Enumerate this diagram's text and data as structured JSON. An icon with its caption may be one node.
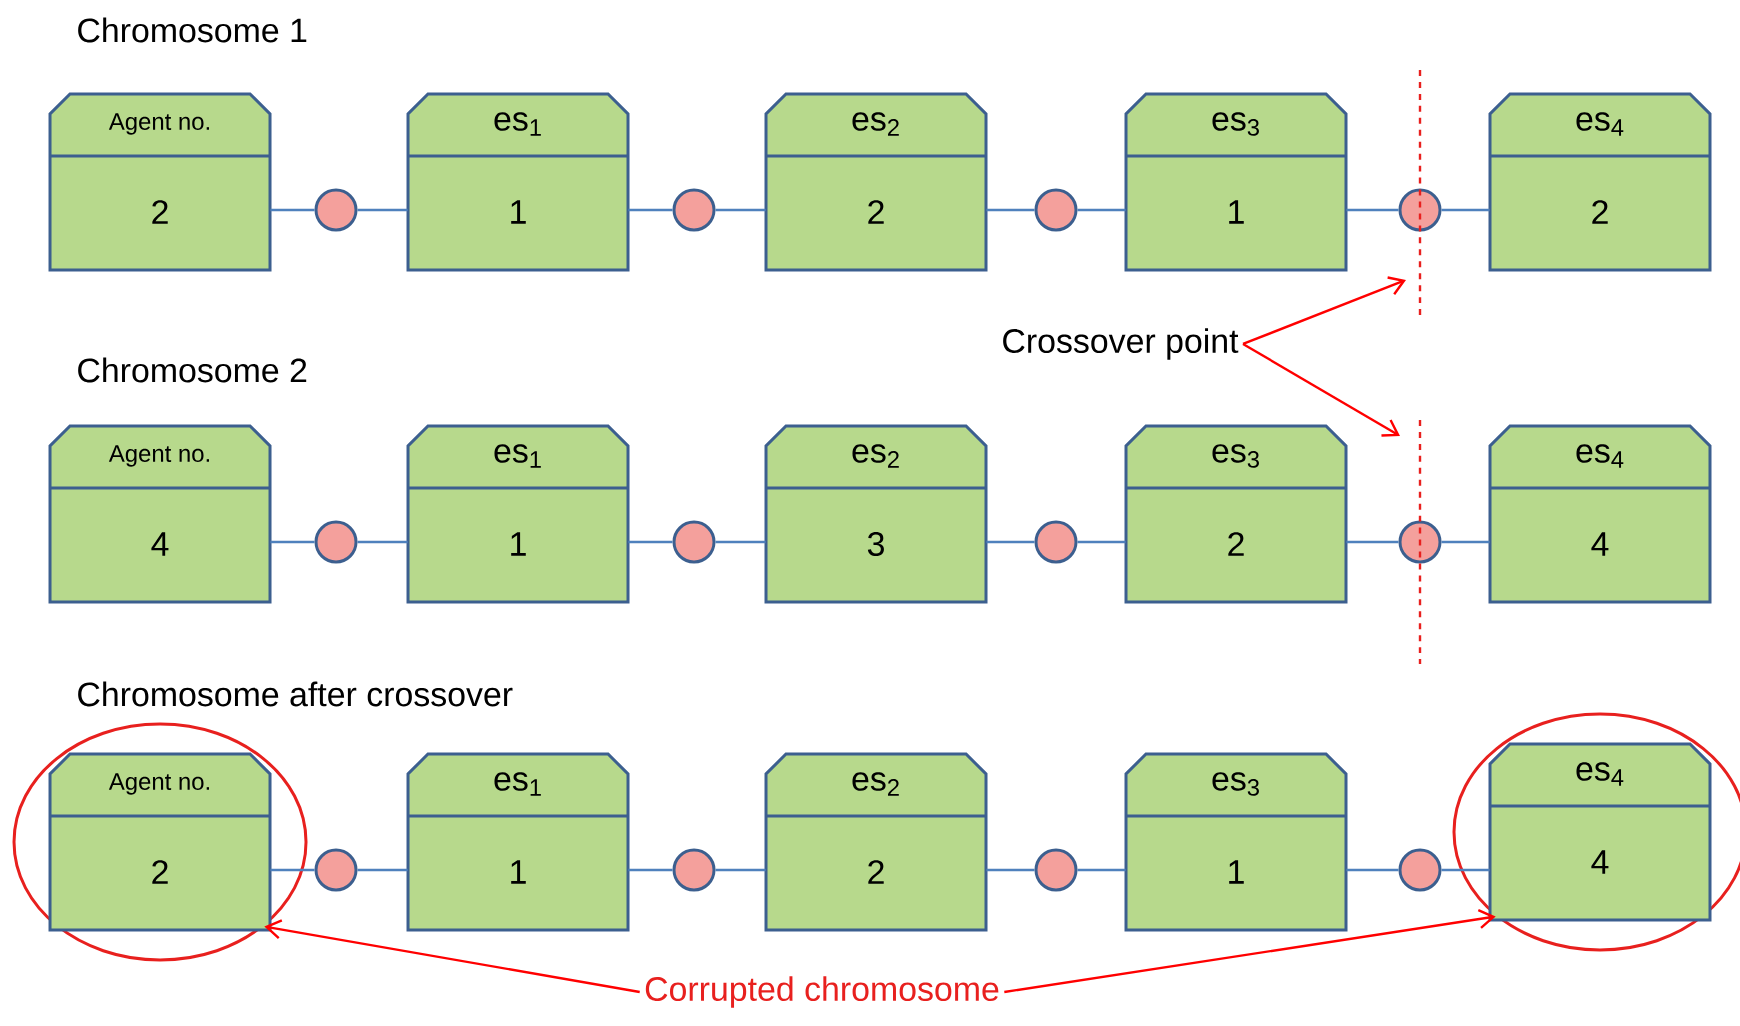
{
  "diagram": {
    "nodes": [
      {
        "text": [
          "Agent no.",
          "2"
        ]
      },
      {
        "text": [],
        "shape": "circle"
      },
      {
        "text": [
          "es$_{1}$",
          "1"
        ]
      },
      {
        "text": [],
        "shape": "circle"
      },
      {
        "text": [
          "es$_{2}$",
          "2"
        ]
      },
      {
        "text": [],
        "shape": "circle"
      },
      {
        "text": [
          "es$_{3}$",
          "1"
        ]
      },
      {
        "text": [],
        "shape": "circle"
      },
      {
        "text": [
          "es$_{4}$",
          "2"
        ]
      },
      {
        "text": [
          "Agent no.",
          "4"
        ]
      },
      {
        "text": [],
        "shape": "circle"
      },
      {
        "text": [
          "es$_{1}$",
          "1"
        ]
      },
      {
        "text": [],
        "shape": "circle"
      },
      {
        "text": [
          "es$_{2}$",
          "3"
        ]
      },
      {
        "text": [],
        "shape": "circle"
      },
      {
        "text": [
          "es$_{3}$",
          "2"
        ]
      },
      {
        "text": [],
        "shape": "circle"
      },
      {
        "text": [
          "es$_{4}$",
          "4"
        ]
      },
      {
        "text": [],
        "shape": "ellipse"
      },
      {
        "text": [
          "Agent no.",
          "2"
        ],
        "in": 18
      },
      {
        "text": [],
        "shape": "circle"
      },
      {
        "text": [
          "es$_{1}$",
          "1"
        ]
      },
      {
        "text": [],
        "shape": "circle"
      },
      {
        "text": [
          "es$_{2}$",
          "2"
        ]
      },
      {
        "text": [],
        "shape": "circle"
      },
      {
        "text": [
          "es$_{3}$",
          "1"
        ]
      },
      {
        "text": [],
        "shape": "circle"
      },
      {
        "text": [],
        "shape": "ellipse"
      },
      {
        "text": [
          "es$_{4}$",
          "4"
        ],
        "in": 27
      },
      {
        "text": [
          "Crossover point"
        ]
      },
      {
        "text": [
          "Corrupted chromosome"
        ]
      }
    ],
    "edges": [
      {
        "from": 0,
        "to": 1,
        "arrow": "none"
      },
      {
        "from": 1,
        "to": 2,
        "arrow": "none"
      },
      {
        "from": 2,
        "to": 3,
        "arrow": "none"
      },
      {
        "from": 3,
        "to": 4,
        "arrow": "none"
      },
      {
        "from": 4,
        "to": 5,
        "arrow": "none"
      },
      {
        "from": 5,
        "to": 6,
        "arrow": "none"
      },
      {
        "from": 6,
        "to": 7,
        "arrow": "none"
      },
      {
        "from": 7,
        "to": 8,
        "arrow": "none"
      },
      {
        "from": 9,
        "to": 10,
        "arrow": "none"
      },
      {
        "from": 10,
        "to": 11,
        "arrow": "none"
      },
      {
        "from": 11,
        "to": 12,
        "arrow": "none"
      },
      {
        "from": 12,
        "to": 13,
        "arrow": "none"
      },
      {
        "from": 13,
        "to": 14,
        "arrow": "none"
      },
      {
        "from": 14,
        "to": 15,
        "arrow": "none"
      },
      {
        "from": 15,
        "to": 16,
        "arrow": "none"
      },
      {
        "from": 16,
        "to": 17,
        "arrow": "none"
      },
      {
        "from": 19,
        "to": 20,
        "arrow": "none"
      },
      {
        "from": 20,
        "to": 21,
        "arrow": "none"
      },
      {
        "from": 21,
        "to": 22,
        "arrow": "none"
      },
      {
        "from": 22,
        "to": 23,
        "arrow": "none"
      },
      {
        "from": 23,
        "to": 24,
        "arrow": "none"
      },
      {
        "from": 24,
        "to": 25,
        "arrow": "none"
      },
      {
        "from": 25,
        "to": 26,
        "arrow": "none"
      },
      {
        "from": 26,
        "to": 28,
        "arrow": "none"
      },
      {
        "from": 29,
        "to": null,
        "arrow": "to",
        "color": "#ff0000"
      },
      {
        "from": 29,
        "to": null,
        "arrow": "to",
        "color": "#ff0000"
      },
      {
        "from": 30,
        "to": 18,
        "arrow": "to",
        "color": "#ff0000"
      },
      {
        "from": 30,
        "to": 27,
        "arrow": "to",
        "color": "#ff0000"
      }
    ],
    "labels": [
      "Chromosome 1",
      "Chromosome 2",
      "Chromosome after crossover"
    ]
  }
}
